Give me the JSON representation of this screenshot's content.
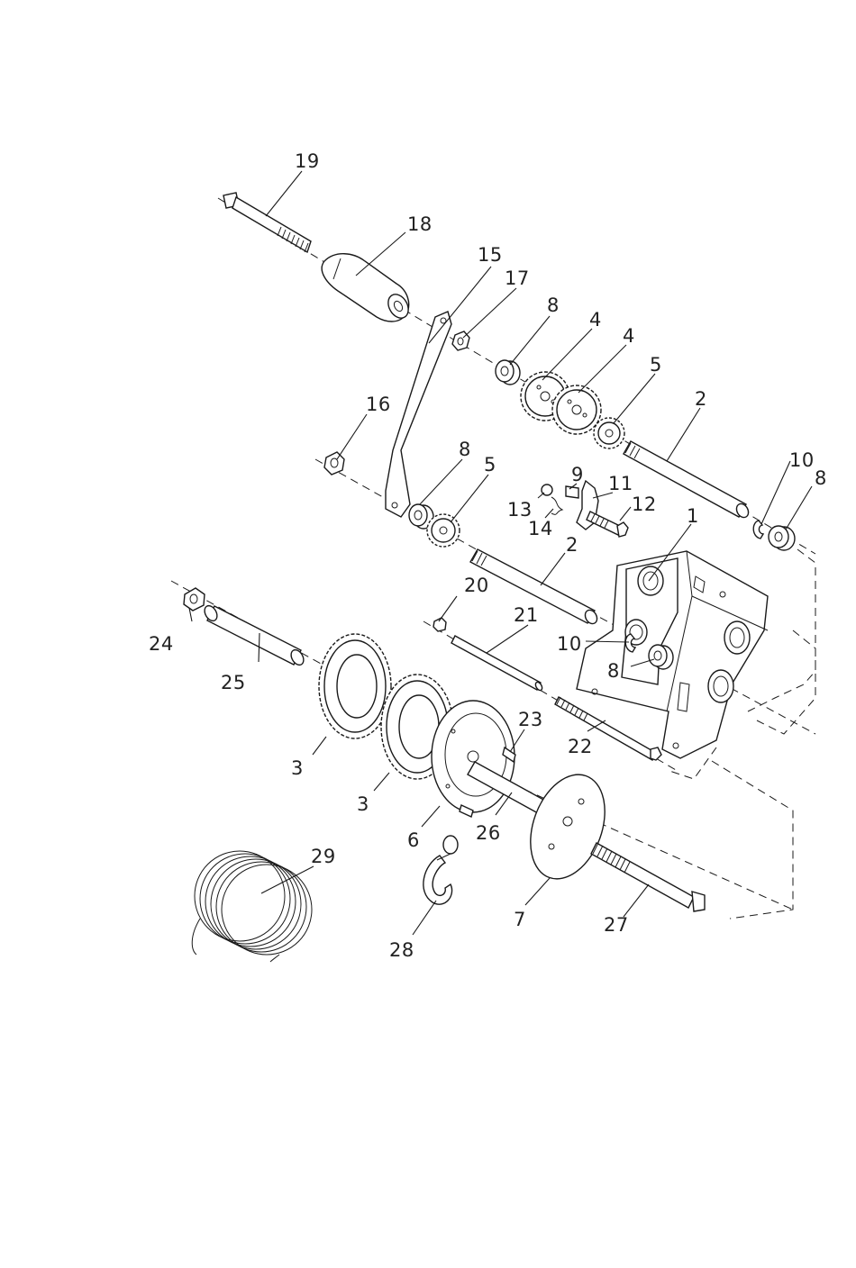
{
  "diagram": {
    "type": "exploded-parts-view",
    "callouts": [
      {
        "id": "19",
        "text": "19"
      },
      {
        "id": "18",
        "text": "18"
      },
      {
        "id": "15",
        "text": "15"
      },
      {
        "id": "17",
        "text": "17"
      },
      {
        "id": "8a",
        "text": "8"
      },
      {
        "id": "4a",
        "text": "4"
      },
      {
        "id": "4b",
        "text": "4"
      },
      {
        "id": "5a",
        "text": "5"
      },
      {
        "id": "2a",
        "text": "2"
      },
      {
        "id": "16",
        "text": "16"
      },
      {
        "id": "8b",
        "text": "8"
      },
      {
        "id": "5b",
        "text": "5"
      },
      {
        "id": "9",
        "text": "9"
      },
      {
        "id": "11",
        "text": "11"
      },
      {
        "id": "13",
        "text": "13"
      },
      {
        "id": "12",
        "text": "12"
      },
      {
        "id": "14",
        "text": "14"
      },
      {
        "id": "10a",
        "text": "10"
      },
      {
        "id": "8c",
        "text": "8"
      },
      {
        "id": "1",
        "text": "1"
      },
      {
        "id": "2b",
        "text": "2"
      },
      {
        "id": "20",
        "text": "20"
      },
      {
        "id": "21",
        "text": "21"
      },
      {
        "id": "24",
        "text": "24"
      },
      {
        "id": "25",
        "text": "25"
      },
      {
        "id": "10b",
        "text": "10"
      },
      {
        "id": "8d",
        "text": "8"
      },
      {
        "id": "23",
        "text": "23"
      },
      {
        "id": "22",
        "text": "22"
      },
      {
        "id": "3a",
        "text": "3"
      },
      {
        "id": "3b",
        "text": "3"
      },
      {
        "id": "6",
        "text": "6"
      },
      {
        "id": "26",
        "text": "26"
      },
      {
        "id": "29",
        "text": "29"
      },
      {
        "id": "7",
        "text": "7"
      },
      {
        "id": "27",
        "text": "27"
      },
      {
        "id": "28",
        "text": "28"
      }
    ]
  }
}
